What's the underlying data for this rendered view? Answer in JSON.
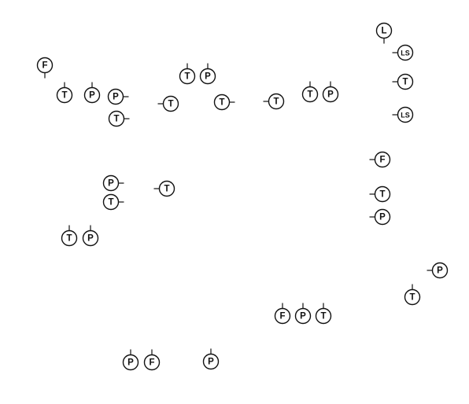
{
  "diagram": {
    "stroke_color": "#111111",
    "background": "#ffffff",
    "instruments": [
      {
        "label": "F"
      },
      {
        "label": "T"
      },
      {
        "label": "P"
      },
      {
        "label": "P"
      },
      {
        "label": "T"
      },
      {
        "label": "T"
      },
      {
        "label": "P"
      },
      {
        "label": "T"
      },
      {
        "label": "T"
      },
      {
        "label": "T"
      },
      {
        "label": "P"
      },
      {
        "label": "T"
      },
      {
        "label": "L"
      },
      {
        "label": "LS"
      },
      {
        "label": "T"
      },
      {
        "label": "LS"
      },
      {
        "label": "F"
      },
      {
        "label": "P"
      },
      {
        "label": "T"
      },
      {
        "label": "T"
      },
      {
        "label": "T"
      },
      {
        "label": "P"
      },
      {
        "label": "T"
      },
      {
        "label": "P"
      },
      {
        "label": "P"
      },
      {
        "label": "T"
      },
      {
        "label": "F"
      },
      {
        "label": "P"
      },
      {
        "label": "T"
      },
      {
        "label": "P"
      },
      {
        "label": "F"
      },
      {
        "label": "P"
      }
    ]
  }
}
